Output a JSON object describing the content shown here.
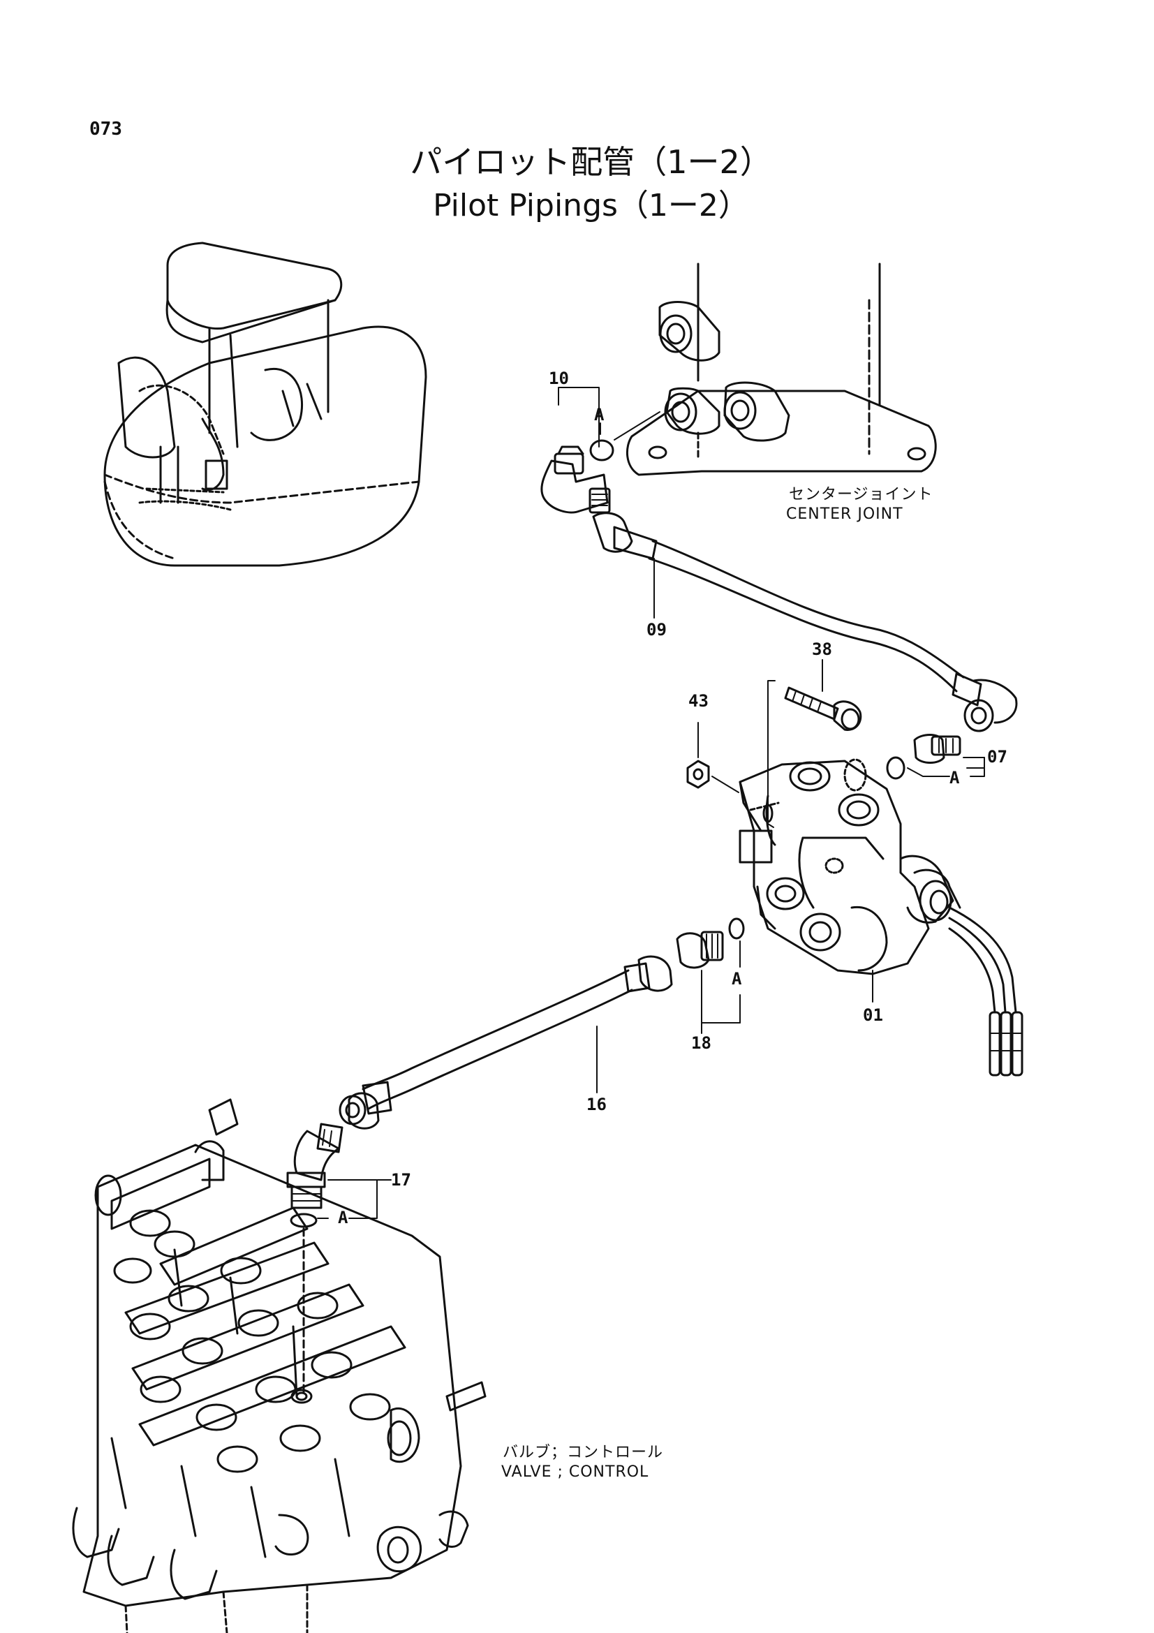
{
  "header": {
    "page_number": "073",
    "title_jp": "パイロット配管（1ー2）",
    "title_en": "Pilot Pipings（1ー2）"
  },
  "callouts": {
    "center_joint_jp": "センタージョイント",
    "center_joint_en": "CENTER JOINT",
    "control_valve_jp": "バルブ；コントロール",
    "control_valve_en": "VALVE ; CONTROL"
  },
  "part_labels": {
    "p01": "01",
    "p07": "07",
    "p09": "09",
    "p10": "10",
    "p16": "16",
    "p17": "17",
    "p18": "18",
    "p38": "38",
    "p43": "43",
    "oring": "A"
  }
}
